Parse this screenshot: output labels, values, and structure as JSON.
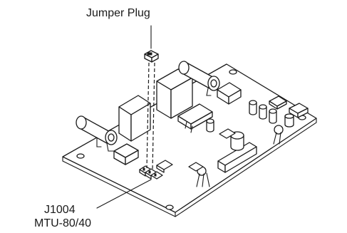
{
  "labels": {
    "jumper_plug": "Jumper Plug",
    "connector": "J1004",
    "model": "MTU-80/40"
  }
}
